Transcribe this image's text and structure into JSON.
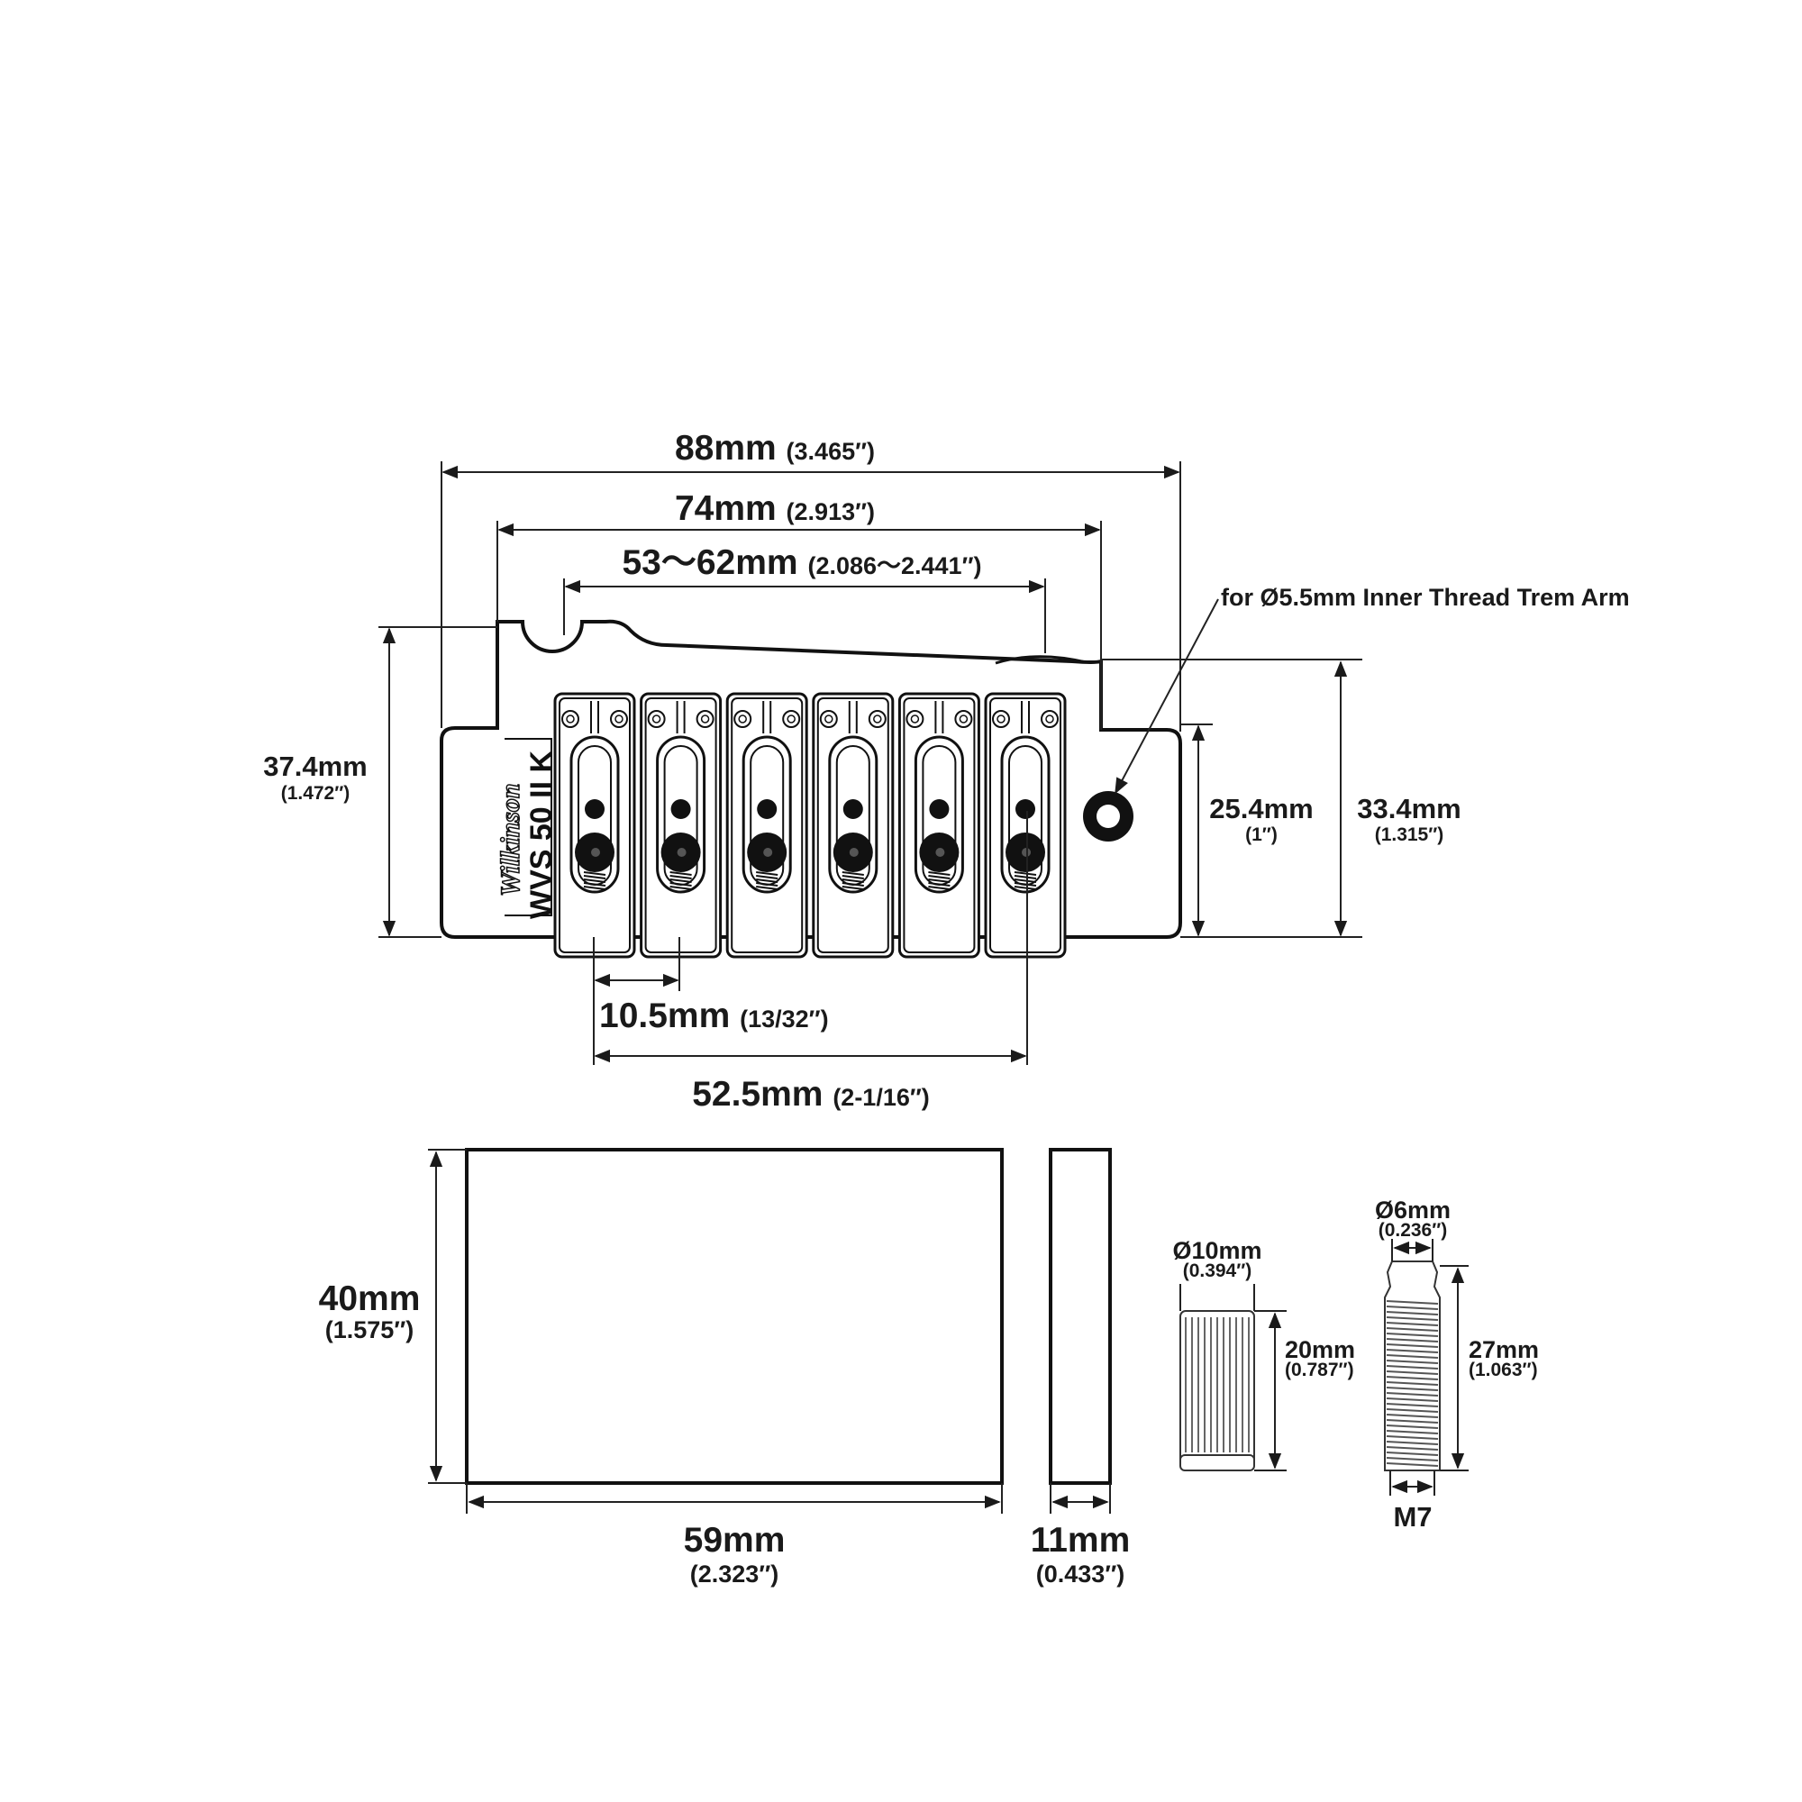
{
  "bridge": {
    "dim_width_total": {
      "mm": "88mm",
      "in": "(3.465″)"
    },
    "dim_width_body": {
      "mm": "74mm",
      "in": "(2.913″)"
    },
    "dim_saddle_range": {
      "mm": "53～62mm",
      "in": "(2.086～2.441″)"
    },
    "dim_height_total": {
      "mm": "37.4mm",
      "in": "(1.472″)"
    },
    "dim_height_body": {
      "mm": "33.4mm",
      "in": "(1.315″)"
    },
    "dim_height_plate": {
      "mm": "25.4mm",
      "in": "(1″)"
    },
    "dim_string_spacing": {
      "mm": "10.5mm",
      "in": "(13/32″)"
    },
    "dim_outer_spacing": {
      "mm": "52.5mm",
      "in": "(2-1/16″)"
    },
    "trem_arm_note": "for Ø5.5mm Inner Thread Trem Arm",
    "logo_text": "Wilkinson",
    "model_text": "WVS 50 II K",
    "saddle_count": 6
  },
  "block": {
    "dim_height": {
      "mm": "40mm",
      "in": "(1.575″)"
    },
    "dim_length": {
      "mm": "59mm",
      "in": "(2.323″)"
    },
    "dim_depth": {
      "mm": "11mm",
      "in": "(0.433″)"
    }
  },
  "bushing": {
    "dim_diameter": {
      "mm": "Ø10mm",
      "in": "(0.394″)"
    },
    "dim_length": {
      "mm": "20mm",
      "in": "(0.787″)"
    }
  },
  "stud": {
    "dim_diameter": {
      "mm": "Ø6mm",
      "in": "(0.236″)"
    },
    "dim_length": {
      "mm": "27mm",
      "in": "(1.063″)"
    },
    "thread": "M7"
  }
}
